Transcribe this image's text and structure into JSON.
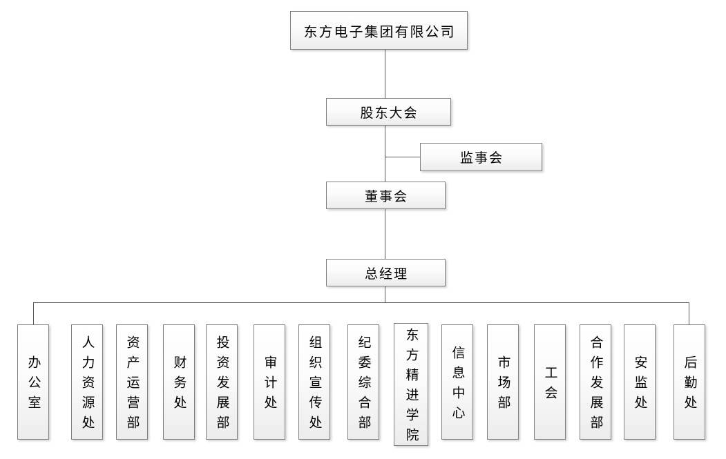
{
  "org_chart": {
    "company": "东方电子集团有限公司",
    "shareholders_meeting": "股东大会",
    "supervisory_board": "监事会",
    "board_of_directors": "董事会",
    "general_manager": "总经理",
    "departments": [
      "办公室",
      "人力资源处",
      "资产运营部",
      "财务处",
      "投资发展部",
      "审计处",
      "组织宣传处",
      "纪委综合部",
      "东方精进学院",
      "信息中心",
      "市场部",
      "工会",
      "合作发展部",
      "安监处",
      "后勤处"
    ]
  },
  "colors": {
    "background": "#ffffff",
    "box_border": "#7f7f7f",
    "box_fill_top": "#ffffff",
    "box_fill_bottom": "#ececec",
    "connector": "#595959",
    "text": "#000000"
  }
}
